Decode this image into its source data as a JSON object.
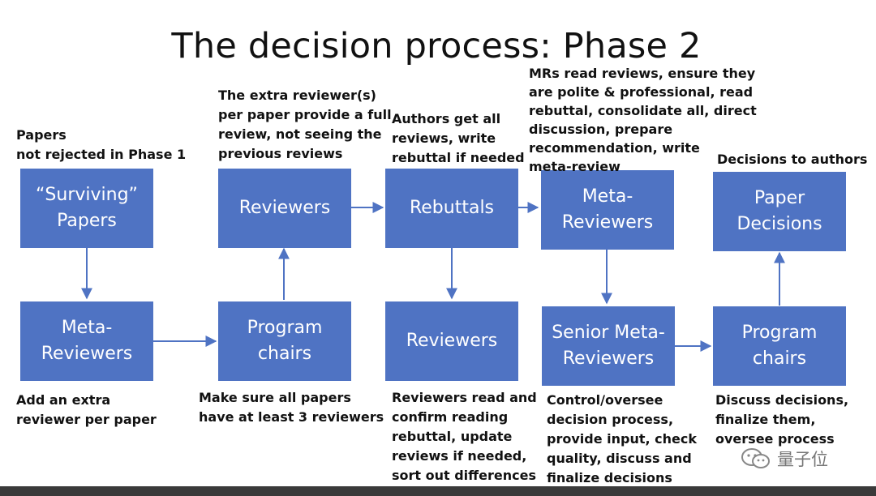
{
  "title": "The decision process: Phase 2",
  "boxes": {
    "surviving_papers": "“Surviving”\nPapers",
    "meta_reviewers_1": "Meta-\nReviewers",
    "reviewers_1": "Reviewers",
    "program_chairs_1": "Program\nchairs",
    "rebuttals": "Rebuttals",
    "reviewers_2": "Reviewers",
    "meta_reviewers_2": "Meta-\nReviewers",
    "senior_meta_reviewers": "Senior Meta-\nReviewers",
    "paper_decisions": "Paper\nDecisions",
    "program_chairs_2": "Program\nchairs"
  },
  "notes": {
    "papers": "Papers\nnot rejected in Phase 1",
    "add_extra_reviewer": "Add an extra\nreviewer per paper",
    "extra_reviewer_full_review": "The extra reviewer(s)\nper paper provide a full\nreview, not seeing the\nprevious reviews",
    "at_least_3_reviewers": "Make sure all papers\nhave at least 3 reviewers",
    "authors_rebuttal": "Authors get all\nreviews, write\nrebuttal if needed",
    "reviewers_read_rebuttal": "Reviewers read and\nconfirm reading\nrebuttal, update\nreviews if needed,\nsort out differences",
    "mrs_read_reviews": "MRs read reviews, ensure they\nare polite & professional, read\nrebuttal, consolidate all, direct\ndiscussion, prepare\nrecommendation, write\nmeta-review",
    "control_oversee": "Control/oversee\ndecision process,\nprovide input, check\nquality, discuss and\nfinalize decisions",
    "decisions_to_authors": "Decisions to authors",
    "discuss_decisions": "Discuss decisions,\nfinalize them,\noversee process"
  },
  "watermark": "量子位",
  "colors": {
    "box_fill": "#4f73c3",
    "box_text": "#ffffff",
    "arrow": "#4f73c3"
  }
}
